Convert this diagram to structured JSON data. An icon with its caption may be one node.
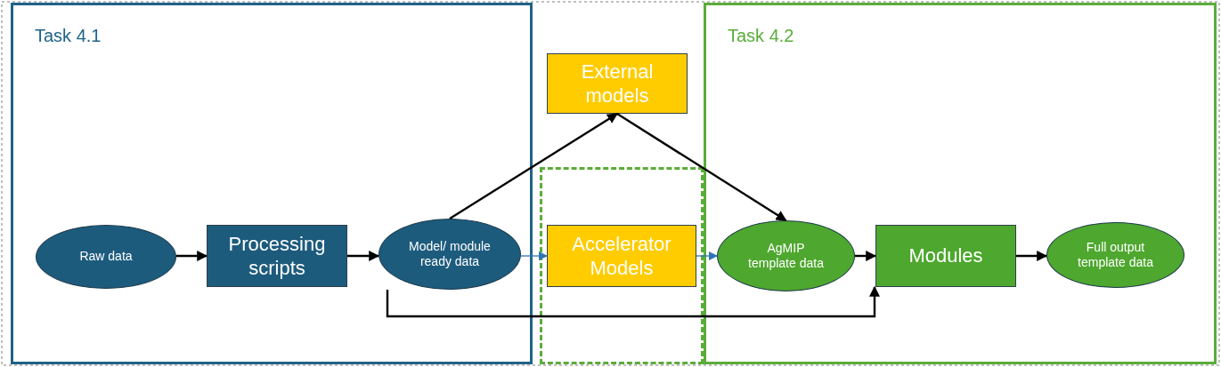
{
  "diagram": {
    "nodes": [
      {
        "text": [
          "Task 4.1"
        ]
      },
      {
        "text": [
          "Raw data"
        ],
        "in": 0
      },
      {
        "text": [
          "Processing scripts"
        ],
        "in": 0
      },
      {
        "text": [
          "Model/ module ready data"
        ],
        "in": 0
      },
      {
        "text": [
          "External models"
        ]
      },
      {
        "text": [],
        "shape": "box"
      },
      {
        "text": [
          "Accelerator Models"
        ],
        "in": 5
      },
      {
        "text": [
          "Task 4.2"
        ]
      },
      {
        "text": [
          "AgMIP template data"
        ],
        "in": 7
      },
      {
        "text": [
          "Modules"
        ],
        "in": 7
      },
      {
        "text": [
          "Full output template data"
        ],
        "in": 7
      }
    ],
    "edges": [
      {
        "from": 1,
        "to": 2,
        "arrow": "to"
      },
      {
        "from": 2,
        "to": 3,
        "arrow": "to"
      },
      {
        "from": 3,
        "to": 4,
        "arrow": "to"
      },
      {
        "from": 4,
        "to": 8,
        "arrow": "to"
      },
      {
        "from": 3,
        "to": 6,
        "arrow": "to",
        "color": "#2e75b6"
      },
      {
        "from": 6,
        "to": 8,
        "arrow": "to",
        "color": "#2e75b6"
      },
      {
        "from": 8,
        "to": 9,
        "arrow": "to"
      },
      {
        "from": 9,
        "to": 10,
        "arrow": "to"
      },
      {
        "from": 3,
        "to": 9,
        "arrow": "to"
      }
    ]
  }
}
